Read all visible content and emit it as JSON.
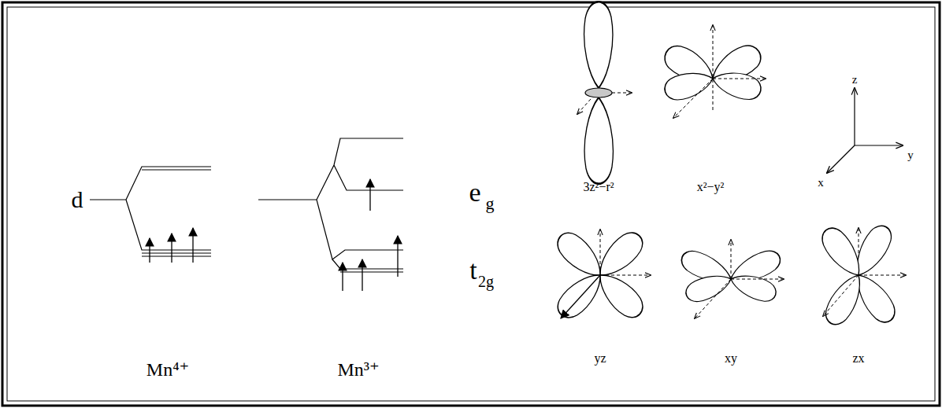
{
  "diagram": {
    "labels": [
      "d",
      "Mn⁴⁺",
      "Mn³⁺",
      "e",
      "g",
      "t",
      "2g",
      "3z²−r²",
      "x²−y²",
      "z",
      "y",
      "x",
      "yz",
      "xy",
      "zx"
    ]
  }
}
